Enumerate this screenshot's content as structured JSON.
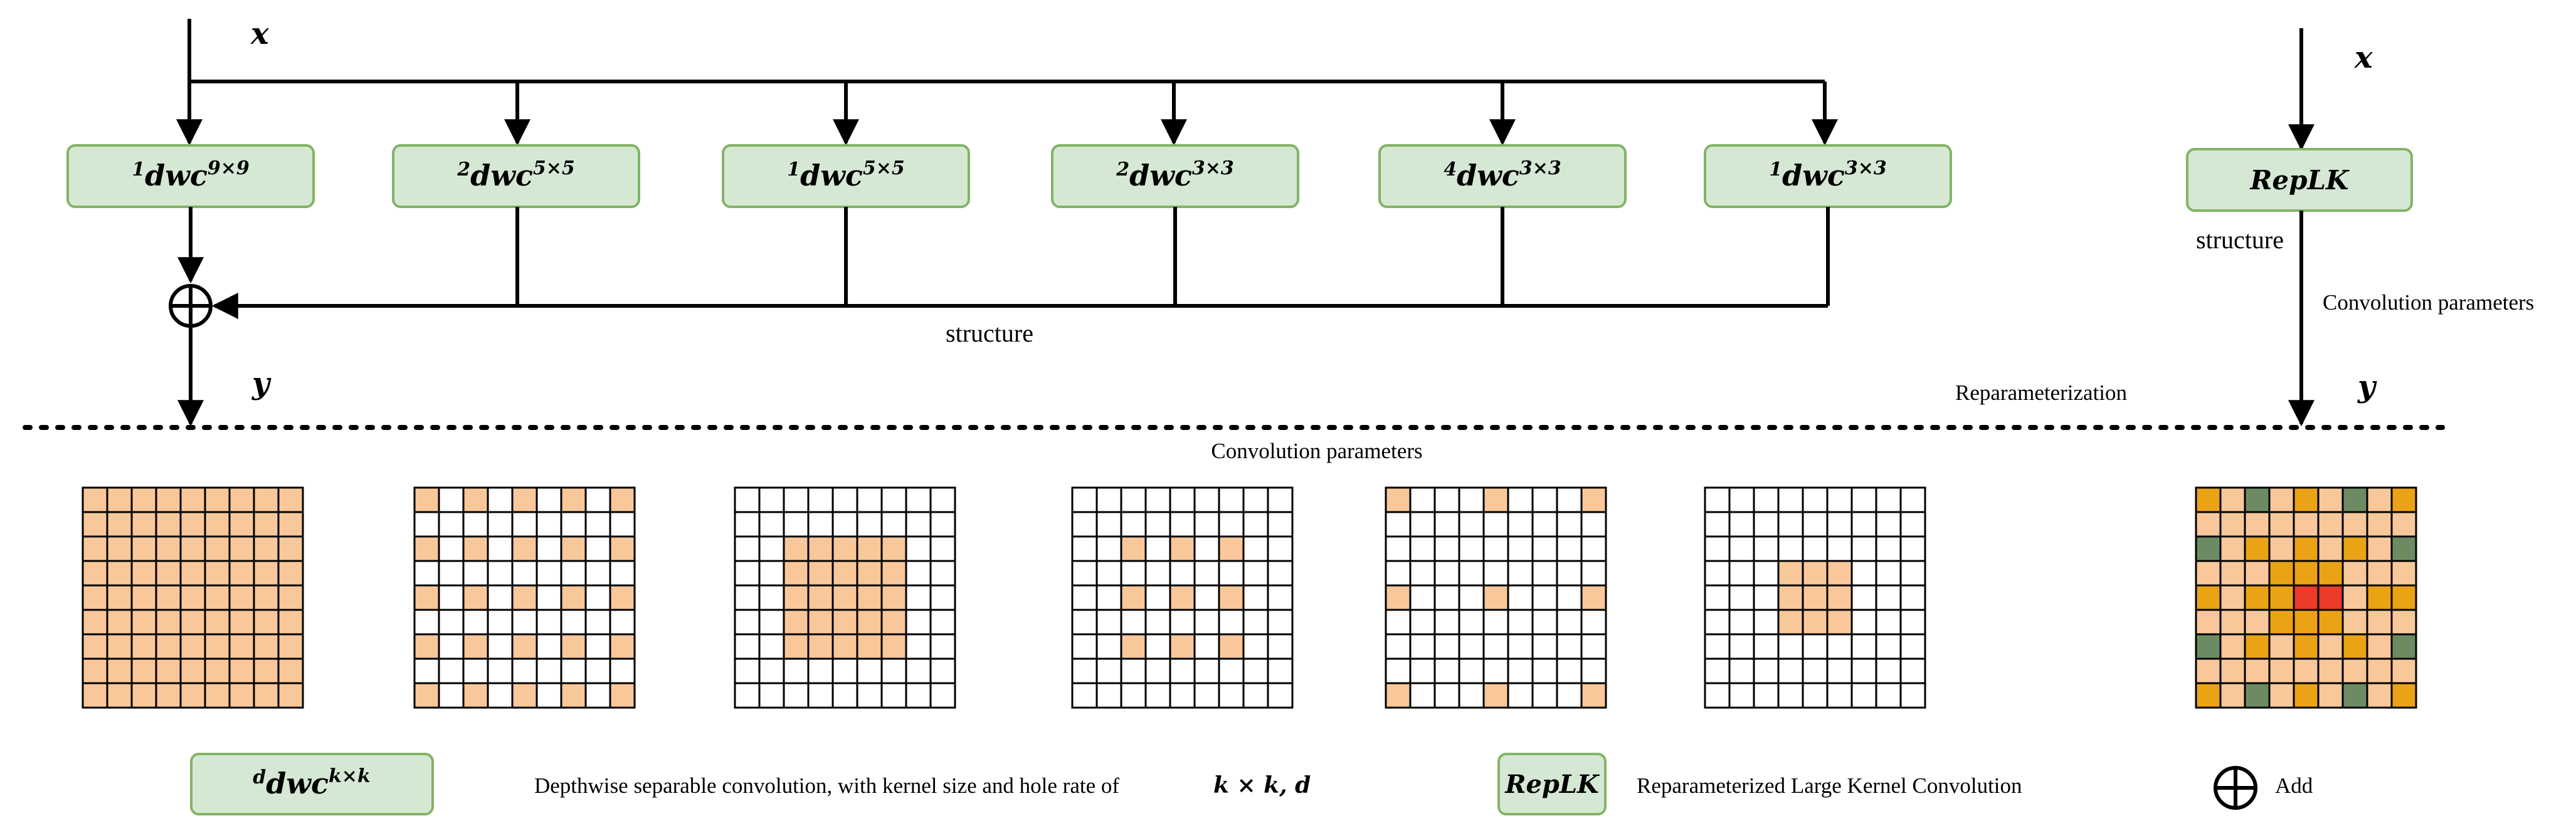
{
  "colors": {
    "box_fill": "#d5e8d4",
    "box_stroke": "#82b366",
    "cell_peach": "#f8c89b",
    "cell_orange": "#eba316",
    "cell_green": "#6d8b63",
    "cell_red": "#ec3a2b",
    "line": "#000000"
  },
  "input_label": "x",
  "output_label": "y",
  "branches": [
    {
      "dilation": "1",
      "name": "dwc",
      "kernel": "9×9"
    },
    {
      "dilation": "2",
      "name": "dwc",
      "kernel": "5×5"
    },
    {
      "dilation": "1",
      "name": "dwc",
      "kernel": "5×5"
    },
    {
      "dilation": "2",
      "name": "dwc",
      "kernel": "3×3"
    },
    {
      "dilation": "4",
      "name": "dwc",
      "kernel": "3×3"
    },
    {
      "dilation": "1",
      "name": "dwc",
      "kernel": "3×3"
    }
  ],
  "left_structure_label": "structure",
  "right_block_label": "RepLK",
  "right_structure_label": "structure",
  "right_conv_params_label": "Convolution parameters",
  "reparam_label": "Reparameterization",
  "conv_params_label": "Convolution parameters",
  "add_symbol": "⊕",
  "legend": {
    "dwc_prefix": "d",
    "dwc_name": "dwc",
    "dwc_sup": "k×k",
    "dwc_desc": "Depthwise separable convolution, with kernel size and hole rate of",
    "dwc_formula": "k × k, d",
    "replk": "RepLK",
    "replk_desc": "Reparameterized Large Kernel Convolution",
    "add_desc": "Add"
  },
  "kernel_grids": [
    {
      "size": 9,
      "dilation": 1,
      "kernel": 9
    },
    {
      "size": 9,
      "dilation": 2,
      "kernel": 5
    },
    {
      "size": 9,
      "dilation": 1,
      "kernel": 5
    },
    {
      "size": 9,
      "dilation": 2,
      "kernel": 3
    },
    {
      "size": 9,
      "dilation": 4,
      "kernel": 3
    },
    {
      "size": 9,
      "dilation": 1,
      "kernel": 3
    }
  ]
}
